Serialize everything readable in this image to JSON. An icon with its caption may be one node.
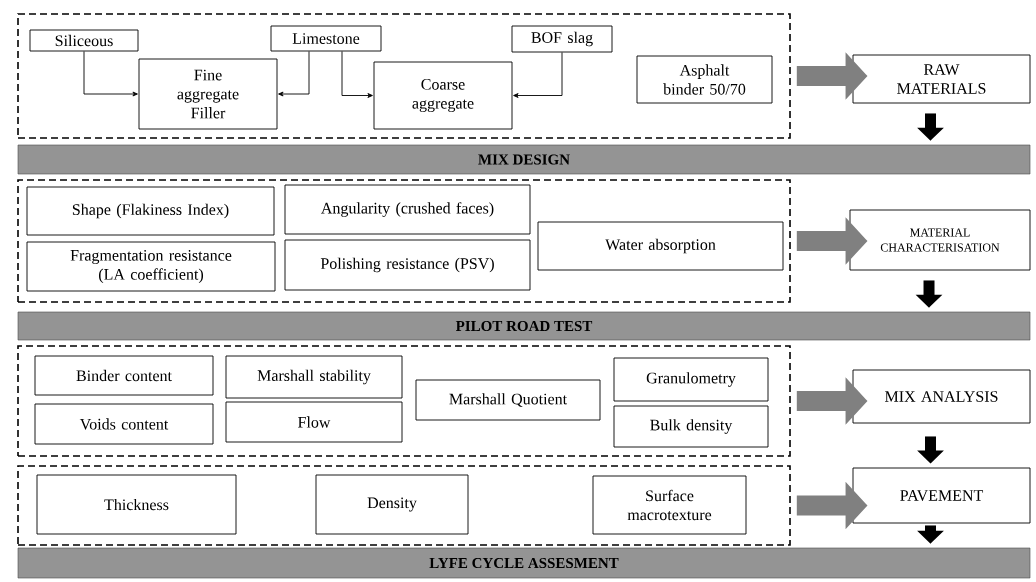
{
  "diagram": {
    "nodes": [
      {
        "text": [],
        "shape": "box"
      },
      {
        "text": [
          "Siliceous"
        ],
        "in": 0
      },
      {
        "text": [
          "Fine aggregate Filler"
        ],
        "in": 0
      },
      {
        "text": [
          "Limestone"
        ],
        "in": 0
      },
      {
        "text": [
          "Coarse aggregate"
        ],
        "in": 0
      },
      {
        "text": [
          "BOF slag"
        ],
        "in": 0
      },
      {
        "text": [
          "Asphalt binder 50/70"
        ],
        "in": 0
      },
      {
        "text": [
          "RAW MATERIALS"
        ]
      },
      {
        "text": [
          "MIX DESIGN"
        ]
      },
      {
        "text": [],
        "shape": "box"
      },
      {
        "text": [
          "Shape (Flakiness Index)"
        ],
        "in": 9
      },
      {
        "text": [
          "Angularity (crushed faces)"
        ],
        "in": 9
      },
      {
        "text": [
          "Fragmentation resistance (LA coefficient)"
        ],
        "in": 9
      },
      {
        "text": [
          "Polishing resistance (PSV)"
        ],
        "in": 9
      },
      {
        "text": [
          "Water absorption"
        ],
        "in": 9
      },
      {
        "text": [
          "MATERIAL CHARACTERISATION"
        ]
      },
      {
        "text": [
          "PILOT ROAD TEST"
        ]
      },
      {
        "text": [],
        "shape": "box"
      },
      {
        "text": [
          "Binder content"
        ],
        "in": 17
      },
      {
        "text": [
          "Voids content"
        ],
        "in": 17
      },
      {
        "text": [
          "Marshall stability"
        ],
        "in": 17
      },
      {
        "text": [
          "Flow"
        ],
        "in": 17
      },
      {
        "text": [
          "Marshall Quotient"
        ],
        "in": 17
      },
      {
        "text": [
          "Granulometry"
        ],
        "in": 17
      },
      {
        "text": [
          "Bulk density"
        ],
        "in": 17
      },
      {
        "text": [
          "MIX ANALYSIS"
        ]
      },
      {
        "text": [],
        "shape": "box"
      },
      {
        "text": [
          "Thickness"
        ],
        "in": 26
      },
      {
        "text": [
          "Density"
        ],
        "in": 26
      },
      {
        "text": [
          "Surface macrotexture"
        ],
        "in": 26
      },
      {
        "text": [
          "PAVEMENT"
        ]
      },
      {
        "text": [
          "LYFE CYCLE ASSESMENT"
        ]
      }
    ],
    "edges": [
      {
        "from": 1,
        "to": 2,
        "arrow": "to"
      },
      {
        "from": 3,
        "to": 2,
        "arrow": "to"
      },
      {
        "from": 3,
        "to": 4,
        "arrow": "to"
      },
      {
        "from": 5,
        "to": 4,
        "arrow": "to"
      },
      {
        "from": 0,
        "to": 7,
        "arrow": "to",
        "style": "thick",
        "color": "#808080"
      },
      {
        "from": 7,
        "to": 8,
        "arrow": "to"
      },
      {
        "from": 9,
        "to": 15,
        "arrow": "to",
        "style": "thick",
        "color": "#808080"
      },
      {
        "from": 15,
        "to": 16,
        "arrow": "to"
      },
      {
        "from": 17,
        "to": 25,
        "arrow": "to",
        "style": "thick",
        "color": "#808080"
      },
      {
        "from": 25,
        "to": 30,
        "arrow": "to"
      },
      {
        "from": 26,
        "to": 30,
        "arrow": "to",
        "style": "thick",
        "color": "#808080"
      },
      {
        "from": 30,
        "to": 31,
        "arrow": "to"
      }
    ]
  }
}
